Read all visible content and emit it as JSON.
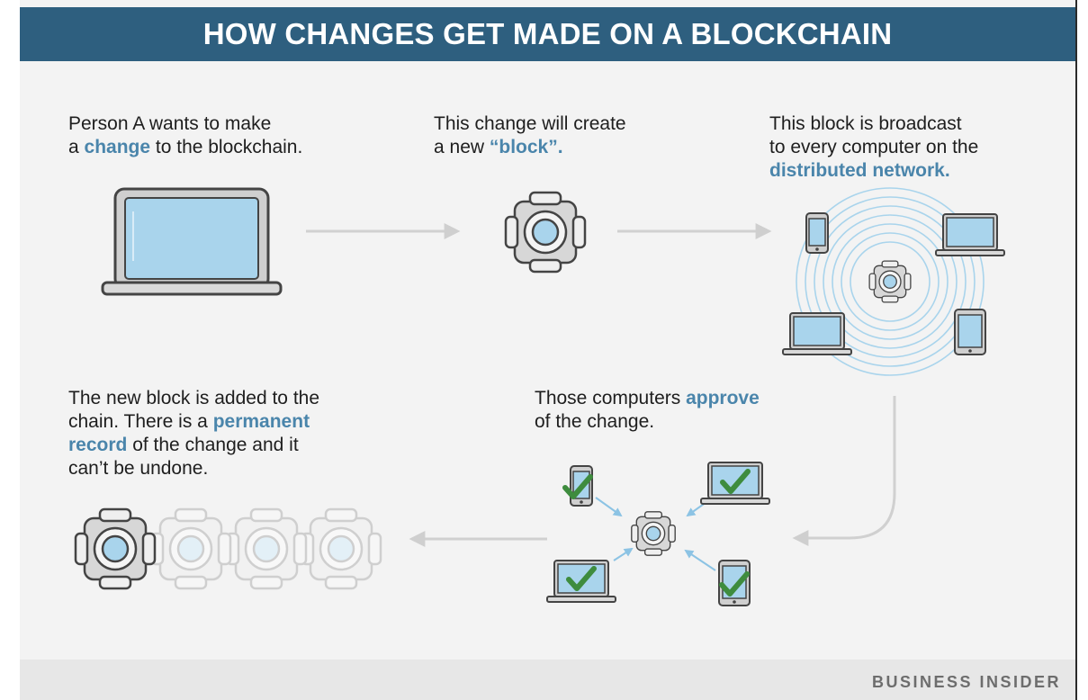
{
  "header": {
    "title": "HOW CHANGES GET MADE ON A BLOCKCHAIN"
  },
  "steps": [
    {
      "pre": "Person A wants to make",
      "line2_pre": "a ",
      "highlight": "change",
      "post": " to the blockchain."
    },
    {
      "pre": "This change will create",
      "line2_pre": "a new ",
      "highlight": "“block”.",
      "post": ""
    },
    {
      "pre": "This block is broadcast",
      "line2": "to every computer on the",
      "highlight": "distributed network."
    },
    {
      "pre": "Those computers ",
      "highlight": "approve",
      "line2": "of the change."
    },
    {
      "line1": "The new block is added to the",
      "line2_pre": "chain. There is a ",
      "highlight_a": "permanent",
      "highlight_b": "record",
      "line3_post": " of the change and it",
      "line4": "can’t be undone."
    }
  ],
  "footer": {
    "brand": "BUSINESS INSIDER"
  },
  "colors": {
    "header_bg": "#2e5f7f",
    "highlight": "#4a85ab",
    "screen": "#a9d4ec",
    "check": "#3e8c3e",
    "arrow": "#d0d0d0"
  },
  "icons": [
    "laptop-icon",
    "block-icon",
    "broadcast-waves-icon",
    "phone-icon",
    "tablet-icon",
    "checkmark-icon",
    "arrow-icon"
  ]
}
